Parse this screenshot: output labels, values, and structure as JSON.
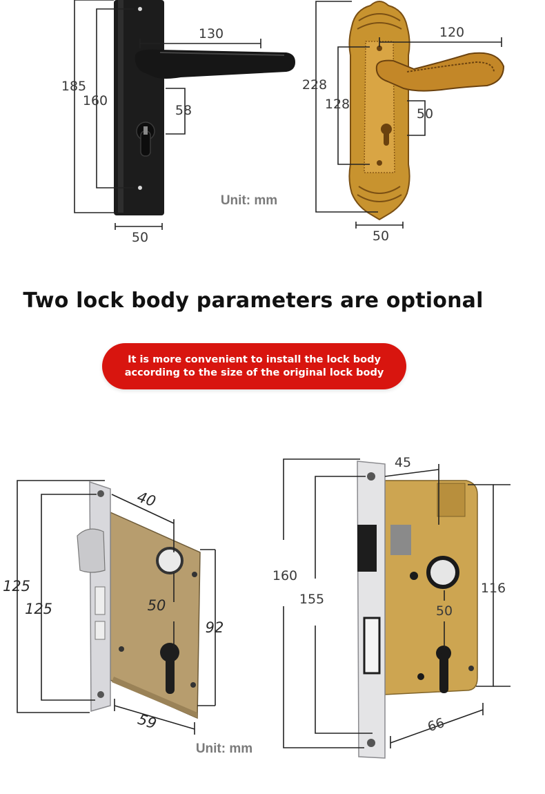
{
  "handles": {
    "black": {
      "length": "130",
      "height": "185",
      "hole_pitch": "160",
      "cylinder_offset": "58",
      "width": "50"
    },
    "gold": {
      "length": "120",
      "height": "228",
      "hole_pitch": "128",
      "cylinder_offset": "50",
      "width": "50"
    },
    "unit": "Unit: mm"
  },
  "heading": "Two lock body parameters are optional",
  "banner": {
    "line1": "It is more convenient to install the lock body",
    "line2": "according to the size of the original lock body"
  },
  "lock_bodies": {
    "small": {
      "faceplate": "125",
      "holes": "125",
      "backset": "40",
      "center": "50",
      "case_height": "92",
      "case_width": "59"
    },
    "large": {
      "faceplate": "160",
      "holes": "155",
      "backset": "45",
      "case_height": "116",
      "center": "50",
      "case_width": "66"
    },
    "unit": "Unit: mm"
  },
  "colors": {
    "banner_red": "#d8150f",
    "handle_black": "#1c1c1c",
    "gold": "#c8932f",
    "case_tan": "#b79d6e"
  }
}
